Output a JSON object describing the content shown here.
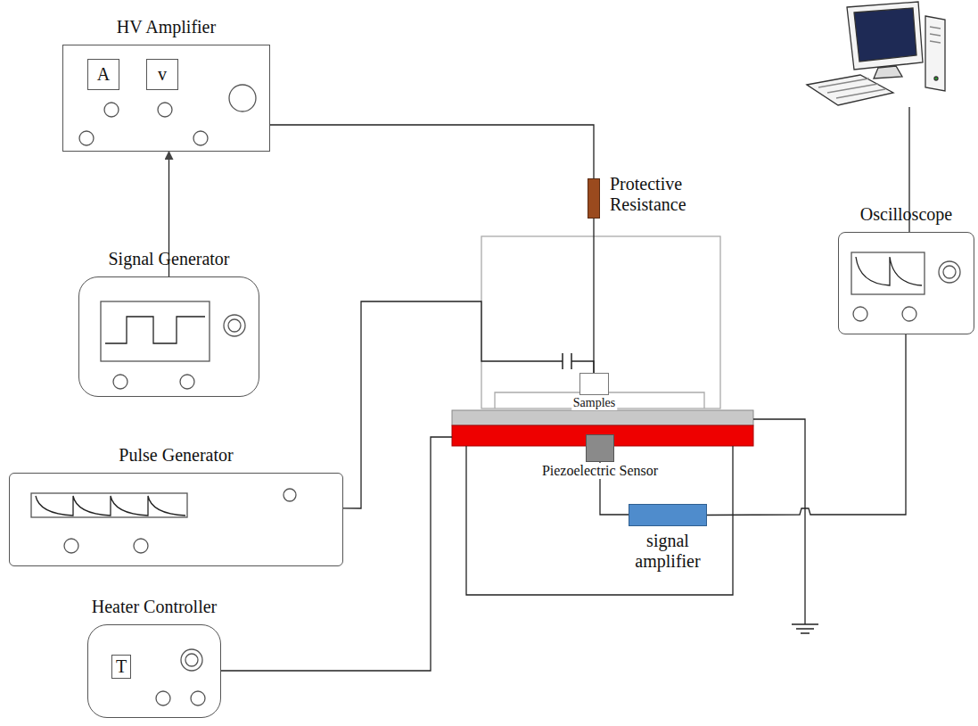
{
  "diagram": {
    "nodes": [
      {
        "text": [
          "HV Amplifier"
        ]
      },
      {
        "text": [
          "A"
        ],
        "in": 0
      },
      {
        "text": [
          "v"
        ],
        "in": 0
      },
      {
        "text": [
          "Signal Generator"
        ]
      },
      {
        "text": [
          "Pulse Generator"
        ]
      },
      {
        "text": [
          "Heater Controller"
        ]
      },
      {
        "text": [
          "T"
        ],
        "in": 5
      },
      {
        "text": [
          "Protective Resistance"
        ]
      },
      {
        "text": [
          "Oscilloscope"
        ]
      },
      {
        "text": [
          "Samples"
        ]
      },
      {
        "text": [
          "Piezoelectric Sensor"
        ]
      },
      {
        "text": [
          "signal amplifier"
        ]
      }
    ],
    "edges": [
      {
        "from": 3,
        "to": 0,
        "arrow": "to"
      },
      {
        "from": 0,
        "to": 7,
        "arrow": "none"
      },
      {
        "from": 7,
        "to": 9,
        "arrow": "none"
      },
      {
        "from": 4,
        "to": 9,
        "arrow": "none"
      },
      {
        "from": 10,
        "to": 11,
        "arrow": "none"
      },
      {
        "from": 11,
        "to": 8,
        "arrow": "none"
      }
    ]
  }
}
